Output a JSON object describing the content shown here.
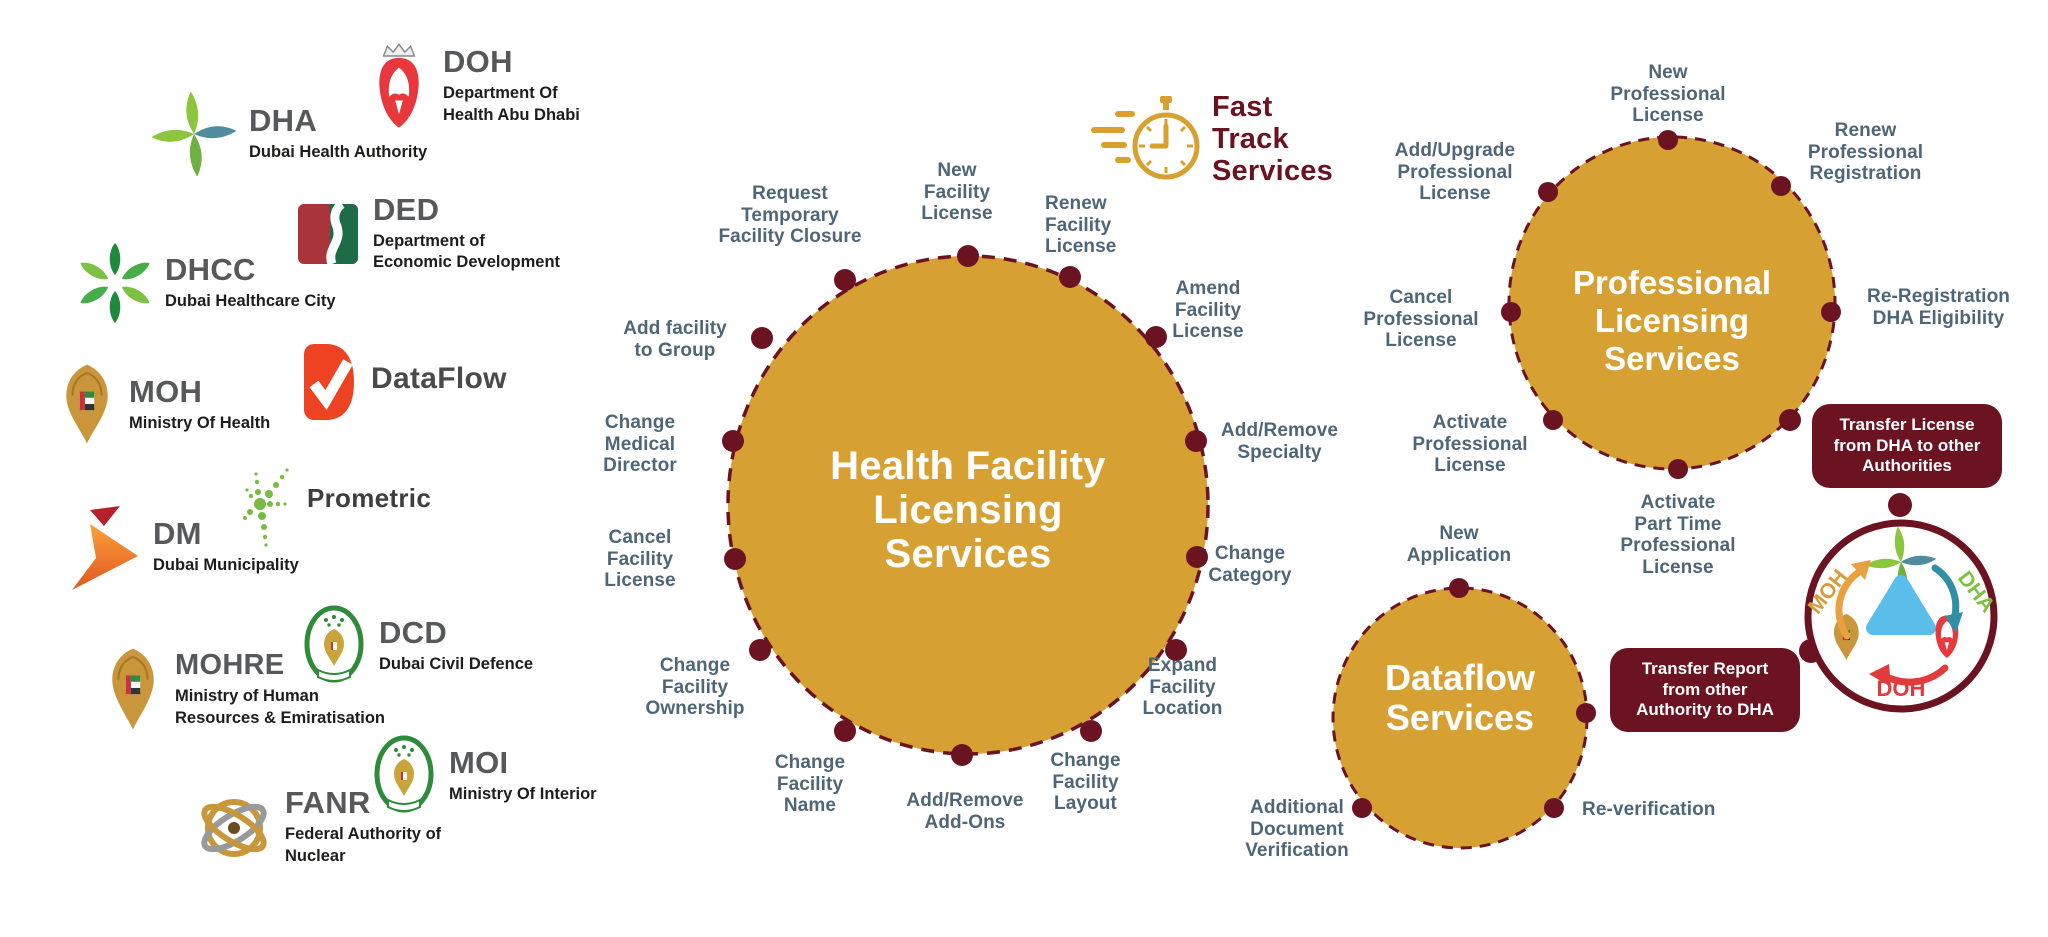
{
  "colors": {
    "gold": "#D6A033",
    "maroon": "#6C1322",
    "label_slate": "#4E6677",
    "dataflow_red": "#EE4323",
    "dha_green": "#8CC63E",
    "dha_teal": "#4E8C9E",
    "triangle_blue": "#5BBDEA"
  },
  "authorities": [
    {
      "acronym": "DHA",
      "name": "Dubai Health Authority"
    },
    {
      "acronym": "DOH",
      "name": "Department Of\nHealth Abu Dhabi"
    },
    {
      "acronym": "DHCC",
      "name": "Dubai Healthcare City"
    },
    {
      "acronym": "DED",
      "name": "Department of\nEconomic Development"
    },
    {
      "acronym": "MOH",
      "name": "Ministry Of Health"
    },
    {
      "acronym": "DataFlow",
      "name": ""
    },
    {
      "acronym": "DM",
      "name": "Dubai Municipality"
    },
    {
      "acronym": "Prometric",
      "name": ""
    },
    {
      "acronym": "MOHRE",
      "name": "Ministry of Human\nResources & Emiratisation"
    },
    {
      "acronym": "DCD",
      "name": "Dubai Civil Defence"
    },
    {
      "acronym": "MOI",
      "name": "Ministry Of Interior"
    },
    {
      "acronym": "FANR",
      "name": "Federal Authority of\nNuclear"
    }
  ],
  "fast_track": {
    "label": "Fast\nTrack\nServices"
  },
  "facility_circle": {
    "title": "Health Facility\nLicensing\nServices",
    "services": [
      {
        "label": "New\nFacility\nLicense"
      },
      {
        "label": "Request\nTemporary\nFacility Closure"
      },
      {
        "label": "Renew\nFacility\nLicense"
      },
      {
        "label": "Amend\nFacility\nLicense"
      },
      {
        "label": "Add facility\nto Group"
      },
      {
        "label": "Change\nMedical\nDirector"
      },
      {
        "label": "Add/Remove\nSpecialty"
      },
      {
        "label": "Cancel\nFacility\nLicense"
      },
      {
        "label": "Change\nCategory"
      },
      {
        "label": "Change\nFacility\nOwnership"
      },
      {
        "label": "Expand\nFacility\nLocation"
      },
      {
        "label": "Change\nFacility\nName"
      },
      {
        "label": "Change\nFacility\nLayout"
      },
      {
        "label": "Add/Remove\nAdd-Ons"
      }
    ]
  },
  "professional_circle": {
    "title": "Professional\nLicensing\nServices",
    "services": [
      {
        "label": "New\nProfessional\nLicense"
      },
      {
        "label": "Renew\nProfessional\nRegistration"
      },
      {
        "label": "Add/Upgrade\nProfessional\nLicense"
      },
      {
        "label": "Cancel\nProfessional\nLicense"
      },
      {
        "label": "Re-Registration\nDHA Eligibility"
      },
      {
        "label": "Activate\nProfessional\nLicense"
      },
      {
        "label": "Activate\nPart Time\nProfessional\nLicense"
      }
    ],
    "badge": "Transfer License\nfrom DHA to other\nAuthorities"
  },
  "dataflow_circle": {
    "title": "Dataflow\nServices",
    "services": [
      {
        "label": "New\nApplication"
      },
      {
        "label": "Re-verification"
      },
      {
        "label": "Additional\nDocument\nVerification"
      }
    ],
    "badge": "Transfer Report\nfrom other\nAuthority to DHA"
  },
  "transfer_wheel": {
    "moh": "MOH",
    "dha": "DHA",
    "doh": "DOH"
  }
}
